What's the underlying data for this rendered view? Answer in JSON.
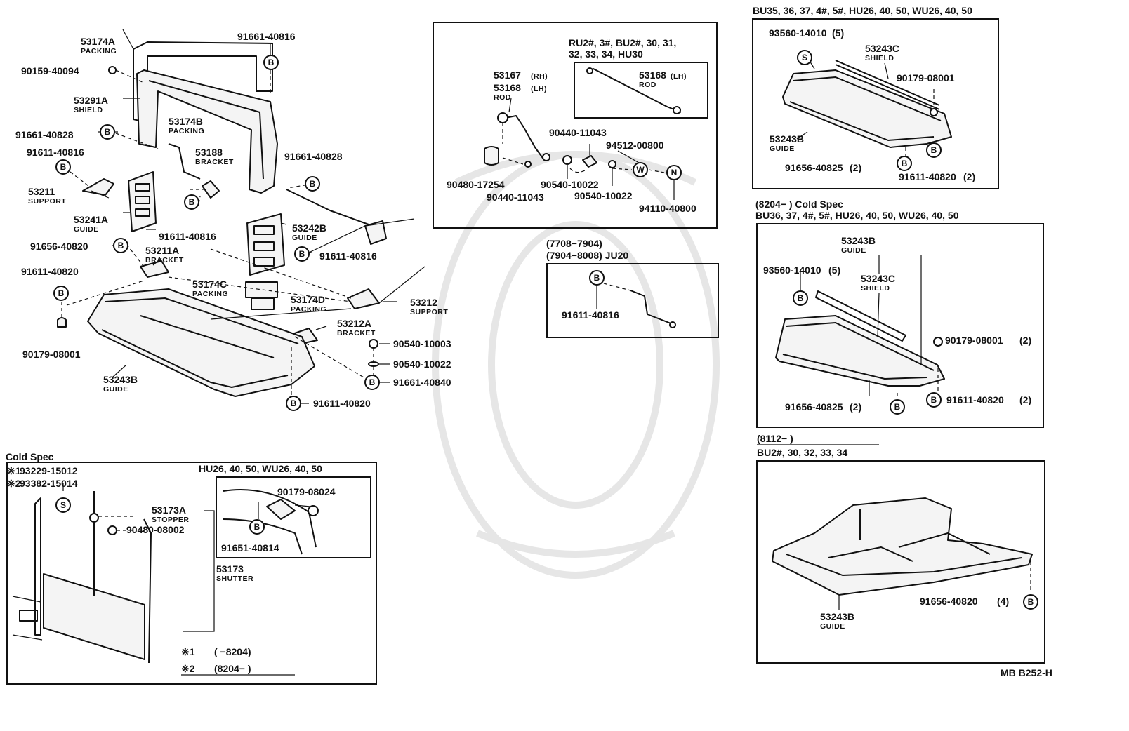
{
  "symbols": {
    "B": "B",
    "S": "S",
    "W": "W",
    "N": "N"
  },
  "main": {
    "p_53174A": "53174A",
    "n_53174A": "PACKING",
    "p_91661_40816": "91661-40816",
    "p_90159_40094": "90159-40094",
    "p_53291A": "53291A",
    "n_53291A": "SHIELD",
    "p_53174B": "53174B",
    "n_53174B": "PACKING",
    "p_91661_40828_a": "91661-40828",
    "p_91611_40816_a": "91611-40816",
    "p_53188": "53188",
    "n_53188": "BRACKET",
    "p_91661_40828_b": "91661-40828",
    "p_53211": "53211",
    "n_53211": "SUPPORT",
    "p_53241A": "53241A",
    "n_53241A": "GUIDE",
    "p_91611_40816_b": "91611-40816",
    "p_53242B": "53242B",
    "n_53242B": "GUIDE",
    "p_91656_40820": "91656-40820",
    "p_53211A": "53211A",
    "n_53211A": "BRACKET",
    "p_91611_40816_c": "91611-40816",
    "p_91611_40820_a": "91611-40820",
    "p_53174C": "53174C",
    "n_53174C": "PACKING",
    "p_53174D": "53174D",
    "n_53174D": "PACKING",
    "p_53212": "53212",
    "n_53212": "SUPPORT",
    "p_53212A": "53212A",
    "n_53212A": "BRACKET",
    "p_90179_08001": "90179-08001",
    "p_53243B": "53243B",
    "n_53243B": "GUIDE",
    "p_90540_10003": "90540-10003",
    "p_90540_10022": "90540-10022",
    "p_91661_40840": "91661-40840",
    "p_91611_40820_b": "91611-40820"
  },
  "rod_box": {
    "p_53167": "53167",
    "s_53167": "(RH)",
    "p_53168": "53168",
    "s_53168": "(LH)",
    "n_rod": "ROD",
    "header": "RU2#, 3#, BU2#, 30, 31,",
    "header2": "32, 33, 34, HU30",
    "p_53168_lh": "53168",
    "s_53168_lh": "(LH)",
    "n_rod2": "ROD",
    "p_90440_11043_a": "90440-11043",
    "p_94512_00800": "94512-00800",
    "p_90480_17254": "90480-17254",
    "p_90540_10022_a": "90540-10022",
    "p_90440_11043_b": "90440-11043",
    "p_90540_10022_b": "90540-10022",
    "p_94110_40800": "94110-40800"
  },
  "ju20": {
    "header": "(7708−7904)",
    "header2": "(7904−8008) JU20",
    "p_91611_40816": "91611-40816"
  },
  "cold_spec": {
    "title": "Cold Spec",
    "p1_mark": "※1",
    "p_93229_15012": "93229-15012",
    "p2_mark": "※2",
    "p_93382_15014": "93382-15014",
    "p_53173A": "53173A",
    "n_53173A": "STOPPER",
    "p_90480_08002": "90480-08002",
    "p_53173": "53173",
    "n_53173": "SHUTTER",
    "inset_header": "HU26, 40, 50, WU26, 40, 50",
    "p_90179_08024": "90179-08024",
    "p_91651_40814": "91651-40814",
    "note1_mark": "※1",
    "note1_text": "(      −8204)",
    "note2_mark": "※2",
    "note2_text": "(8204−          )"
  },
  "box_a": {
    "header": "BU35, 36, 37, 4#, 5#, HU26, 40, 50, WU26, 40, 50",
    "p_93560_14010": "93560-14010",
    "q_93560": "(5)",
    "p_53243C": "53243C",
    "n_53243C": "SHIELD",
    "p_90179_08001": "90179-08001",
    "p_53243B": "53243B",
    "n_53243B": "GUIDE",
    "p_91656_40825": "91656-40825",
    "q_91656": "(2)",
    "p_91611_40820": "91611-40820",
    "q_91611": "(2)"
  },
  "box_b": {
    "header": "(8204−          ) Cold Spec",
    "header2": "BU36, 37, 4#, 5#, HU26, 40, 50, WU26, 40, 50",
    "p_53243B": "53243B",
    "n_53243B": "GUIDE",
    "p_93560_14010": "93560-14010",
    "q_93560": "(5)",
    "p_53243C": "53243C",
    "n_53243C": "SHIELD",
    "p_90179_08001": "90179-08001",
    "q_90179": "(2)",
    "p_91656_40825": "91656-40825",
    "q_91656": "(2)",
    "p_91611_40820": "91611-40820",
    "q_91611": "(2)"
  },
  "box_c": {
    "header": "(8112−          )",
    "header2": "BU2#, 30, 32, 33, 34",
    "p_91656_40820": "91656-40820",
    "q_91656": "(4)",
    "p_53243B": "53243B",
    "n_53243B": "GUIDE"
  },
  "footer": {
    "code": "MB B252-H"
  }
}
